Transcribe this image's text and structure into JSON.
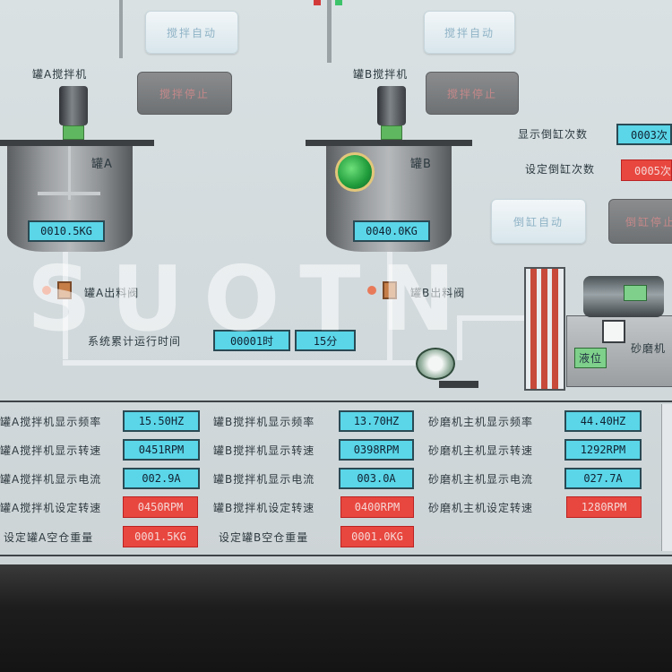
{
  "buttons": {
    "tank_a_stir_auto": "搅拌自动",
    "tank_a_stir_stop": "搅拌停止",
    "tank_b_stir_auto": "搅拌自动",
    "tank_b_stir_stop": "搅拌停止",
    "pour_auto": "倒缸自动",
    "pour_stop": "倒缸停止"
  },
  "tank_a": {
    "mixer_label": "罐A搅拌机",
    "name": "罐A",
    "weight": "0010.5KG",
    "valve_label": "罐A出料阀"
  },
  "tank_b": {
    "mixer_label": "罐B搅拌机",
    "name": "罐B",
    "weight": "0040.0KG",
    "valve_label": "罐B出料阀"
  },
  "pour": {
    "display_label": "显示倒缸次数",
    "display_value": "0003次",
    "set_label": "设定倒缸次数",
    "set_value": "0005次"
  },
  "runtime": {
    "label": "系统累计运行时间",
    "hours": "00001时",
    "minutes": "15分"
  },
  "mill": {
    "label": "砂磨机",
    "level_label": "液位"
  },
  "watermark": "SUOTN",
  "table": {
    "col_a": [
      {
        "label": "罐A搅拌机显示频率",
        "value": "15.50HZ",
        "kind": "display"
      },
      {
        "label": "罐A搅拌机显示转速",
        "value": "0451RPM",
        "kind": "display"
      },
      {
        "label": "罐A搅拌机显示电流",
        "value": "002.9A",
        "kind": "display"
      },
      {
        "label": "罐A搅拌机设定转速",
        "value": "0450RPM",
        "kind": "setting"
      },
      {
        "label": "设定罐A空仓重量",
        "value": "0001.5KG",
        "kind": "setting"
      }
    ],
    "col_b": [
      {
        "label": "罐B搅拌机显示频率",
        "value": "13.70HZ",
        "kind": "display"
      },
      {
        "label": "罐B搅拌机显示转速",
        "value": "0398RPM",
        "kind": "display"
      },
      {
        "label": "罐B搅拌机显示电流",
        "value": "003.0A",
        "kind": "display"
      },
      {
        "label": "罐B搅拌机设定转速",
        "value": "0400RPM",
        "kind": "setting"
      },
      {
        "label": "设定罐B空仓重量",
        "value": "0001.0KG",
        "kind": "setting"
      }
    ],
    "col_c": [
      {
        "label": "砂磨机主机显示频率",
        "value": "44.40HZ",
        "kind": "display"
      },
      {
        "label": "砂磨机主机显示转速",
        "value": "1292RPM",
        "kind": "display"
      },
      {
        "label": "砂磨机主机显示电流",
        "value": "027.7A",
        "kind": "display"
      },
      {
        "label": "砂磨机主机设定转速",
        "value": "1280RPM",
        "kind": "setting"
      }
    ]
  },
  "colors": {
    "display_bg": "#5ad6e8",
    "setting_bg": "#e8473f",
    "screen_bg": "#d6dee1",
    "status_green": "#1e9a3a"
  }
}
